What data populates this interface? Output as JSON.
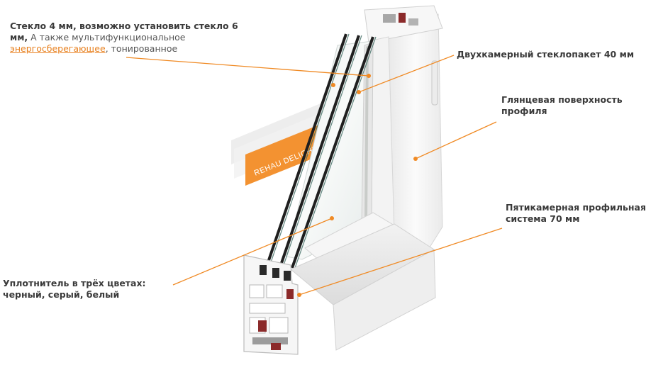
{
  "labels": {
    "glass": {
      "bold_text": "Стекло 4 мм, возможно установить стекло 6 мм,",
      "text_a": " А также мультифункциональное ",
      "link_text": "энергосберегающее",
      "text_b": ", тонированное"
    },
    "unit": {
      "text": "Двухкамерный стеклопакет 40 мм"
    },
    "surface": {
      "text": "Глянцевая поверхность профиля"
    },
    "profile": {
      "text": "Пятикамерная профильная система 70 мм"
    },
    "seal": {
      "line1": "Уплотнитель в трёх цветах:",
      "line2": "черный, серый, белый"
    }
  },
  "brand_label": "REHAU DELIGHT",
  "colors": {
    "accent": "#f08a24",
    "brand_tag": "#f39231",
    "text": "#3b3b3b",
    "frame": "#f4f4f4",
    "frame_shadow": "#d9d9d9",
    "seal": "#8b2a2a"
  }
}
